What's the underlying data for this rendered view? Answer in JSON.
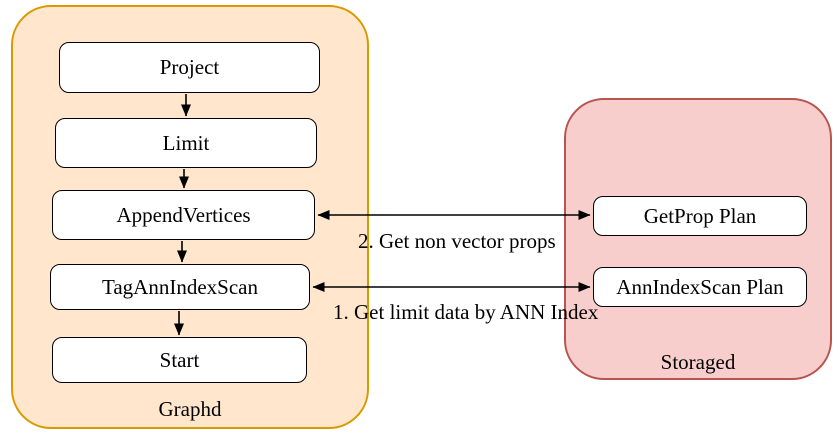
{
  "diagram": {
    "type": "flowchart",
    "containers": [
      {
        "id": "graphd",
        "label": "Graphd",
        "fill": "#FFE6CC",
        "stroke": "#D79B00",
        "nodes": [
          {
            "id": "project",
            "label": "Project"
          },
          {
            "id": "limit",
            "label": "Limit"
          },
          {
            "id": "append-vertices",
            "label": "AppendVertices"
          },
          {
            "id": "tag-ann-index-scan",
            "label": "TagAnnIndexScan"
          },
          {
            "id": "start",
            "label": "Start"
          }
        ]
      },
      {
        "id": "storaged",
        "label": "Storaged",
        "fill": "#F8CECC",
        "stroke": "#B85450",
        "nodes": [
          {
            "id": "get-prop-plan",
            "label": "GetProp Plan"
          },
          {
            "id": "ann-index-scan-plan",
            "label": "AnnIndexScan Plan"
          }
        ]
      }
    ],
    "flow_edges": [
      {
        "from": "project",
        "to": "limit"
      },
      {
        "from": "limit",
        "to": "append-vertices"
      },
      {
        "from": "append-vertices",
        "to": "tag-ann-index-scan"
      },
      {
        "from": "tag-ann-index-scan",
        "to": "start"
      }
    ],
    "cross_edges": [
      {
        "from": "tag-ann-index-scan",
        "to": "ann-index-scan-plan",
        "bidirectional": true,
        "label": "1. Get limit data by ANN Index"
      },
      {
        "from": "append-vertices",
        "to": "get-prop-plan",
        "bidirectional": true,
        "label": "2. Get non vector props"
      }
    ],
    "node_fill": "#FFFFFF",
    "node_stroke": "#000000",
    "arrow_color": "#000000"
  }
}
